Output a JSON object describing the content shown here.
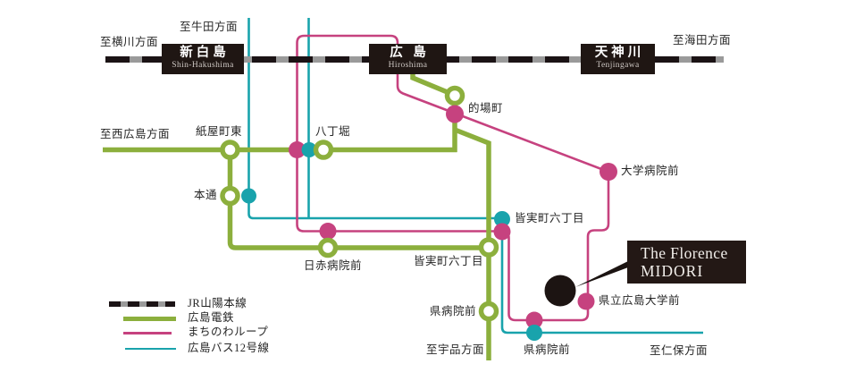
{
  "colors": {
    "hiroden_green": "#8caf3d",
    "machinowa_pink": "#c6427f",
    "bus_teal": "#19a3ac",
    "jr_line_black": "#1b1315",
    "jr_line_gray": "#9a9a9a",
    "station_box_bg": "#1f1613",
    "station_box_text": "#ffffff",
    "station_box_romaji": "#cfc9c5",
    "building_box_bg": "#231815",
    "building_box_text": "#f1eeea",
    "label_text": "#252525"
  },
  "directions": {
    "yokogawa": "至横川方面",
    "ushita": "至牛田方面",
    "kaita": "至海田方面",
    "nishi_hiroshima": "至西広島方面",
    "ujina": "至宇品方面",
    "niho": "至仁保方面"
  },
  "jr_stations": {
    "shin_hakushima": {
      "name": "新白島",
      "romaji": "Shin-Hakushima"
    },
    "hiroshima": {
      "name": "広 島",
      "romaji": "Hiroshima"
    },
    "tenjingawa": {
      "name": "天神川",
      "romaji": "Tenjingawa"
    }
  },
  "stops": {
    "kamiyacho_higashi": "紙屋町東",
    "hatchobori": "八丁堀",
    "hondori": "本通",
    "matobacho": "的場町",
    "daigaku_byoin_mae": "大学病院前",
    "minamimachi_6chome_loop": "皆実町六丁目",
    "minamimachi_6chome_tram": "皆実町六丁目",
    "nisseki_byoin_mae": "日赤病院前",
    "kenbyoin_mae_tram": "県病院前",
    "kenbyoin_mae_loop": "県病院前",
    "kenritsu_hiroshima_daigaku_mae": "県立広島大学前"
  },
  "building": {
    "line1": "The Florence",
    "line2": "MIDORI"
  },
  "legend": [
    {
      "label": "JR山陽本線"
    },
    {
      "label": "広島電鉄"
    },
    {
      "label": "まちのわループ"
    },
    {
      "label": "広島バス12号線"
    }
  ]
}
